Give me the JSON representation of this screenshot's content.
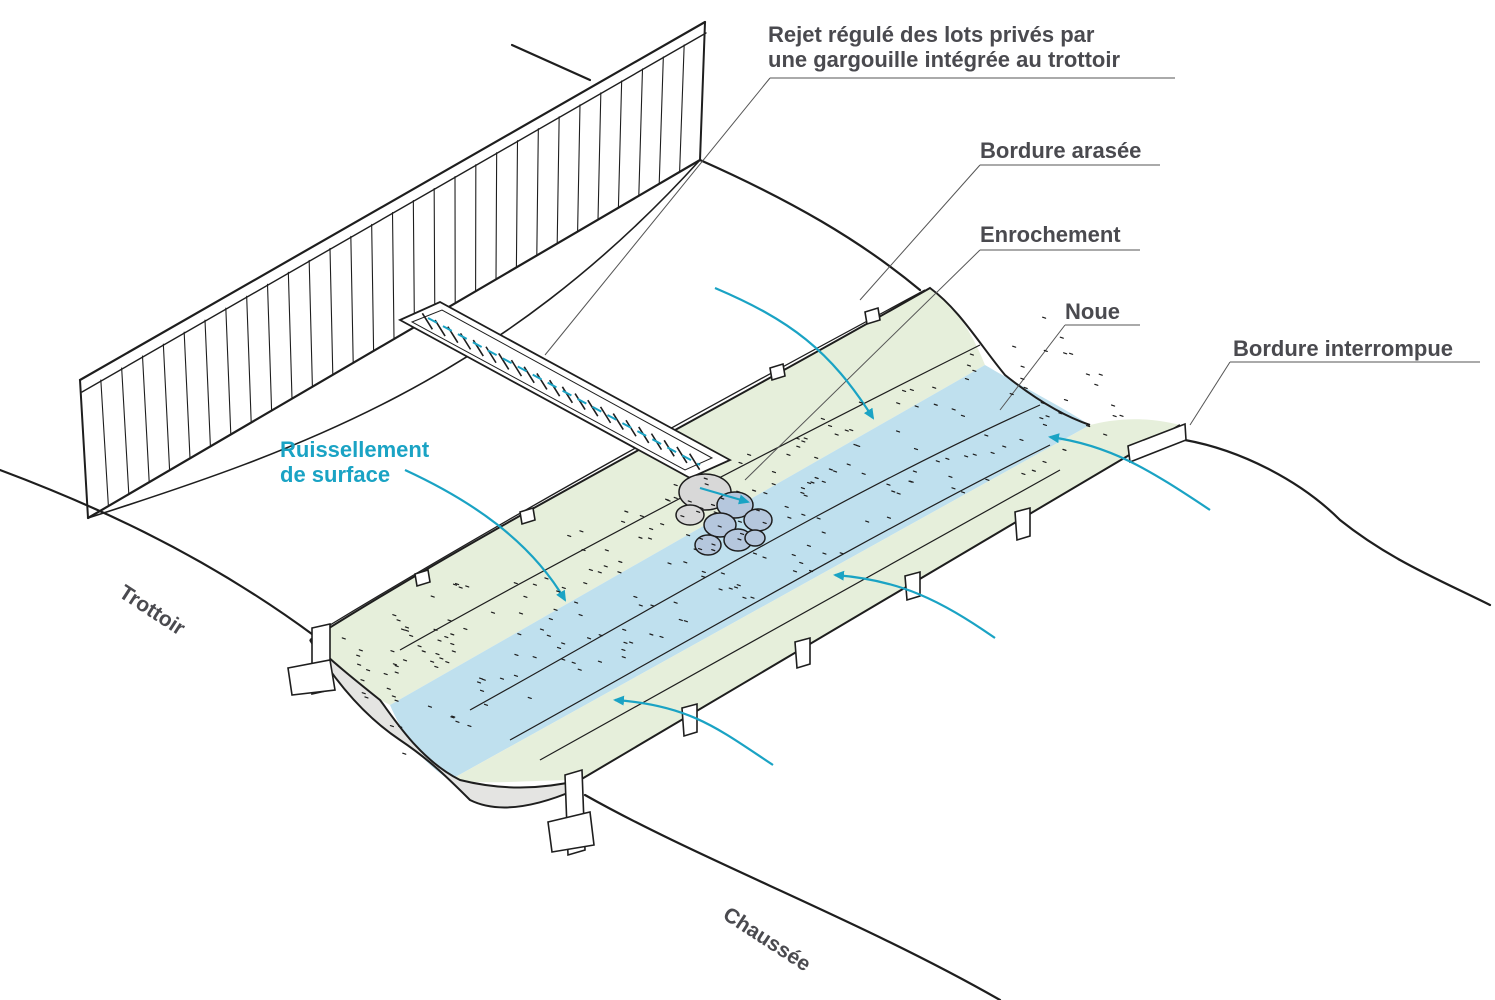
{
  "colors": {
    "ink": "#1e1e1e",
    "label": "#4a4a4f",
    "water": "#bfe0ee",
    "grass": "#e6efdb",
    "concrete": "#e4e4e2",
    "accent": "#1aa3c4",
    "stone": "#b5c7dd"
  },
  "labels": {
    "rejet_line1": "Rejet régulé des lots privés par",
    "rejet_line2": "une gargouille intégrée au trottoir",
    "bordure_arasee": "Bordure arasée",
    "enrochement": "Enrochement",
    "noue": "Noue",
    "bordure_interrompue": "Bordure interrompue",
    "ruissellement_line1": "Ruissellement",
    "ruissellement_line2": "de surface",
    "trottoir": "Trottoir",
    "chaussee": "Chaussée"
  }
}
